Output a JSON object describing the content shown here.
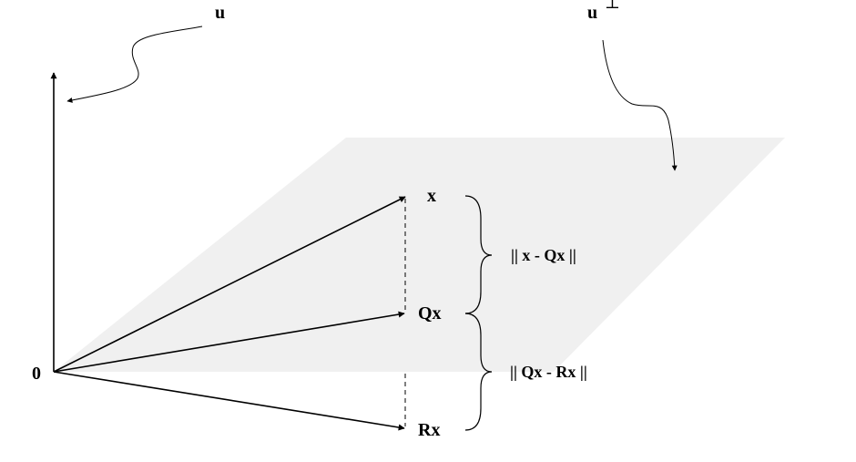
{
  "labels": {
    "u": "u",
    "u_perp": "u",
    "perp_symbol": "⊥",
    "origin": "0",
    "x": "x",
    "qx": "Qx",
    "rx": "Rx",
    "dist_x_qx": "|| x - Qx ||",
    "dist_qx_rx": "|| Qx - Rx ||"
  },
  "colors": {
    "plane": "#f0f0f0",
    "ink": "#000000"
  }
}
